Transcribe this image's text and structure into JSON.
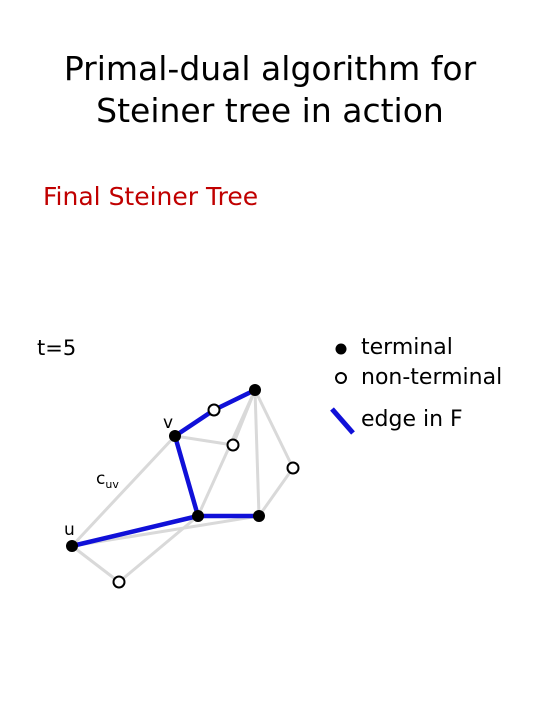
{
  "title": {
    "line1": "Primal-dual algorithm for",
    "line2": "Steiner tree in action"
  },
  "subtitle": "Final Steiner Tree",
  "time_label": "t=5",
  "legend": {
    "terminal": "terminal",
    "non_terminal": "non-terminal",
    "edge_in_f": "edge in F"
  },
  "labels": {
    "v": "v",
    "u": "u",
    "c_main": "c",
    "c_sub": "uv"
  },
  "colors": {
    "tree_edge": "#1010d8",
    "graph_edge": "#d9d9d9",
    "subtitle": "#c00000"
  },
  "graph": {
    "nodes": [
      {
        "id": "A",
        "type": "terminal"
      },
      {
        "id": "B",
        "type": "non-terminal"
      },
      {
        "id": "V",
        "type": "terminal"
      },
      {
        "id": "C",
        "type": "non-terminal"
      },
      {
        "id": "D",
        "type": "non-terminal"
      },
      {
        "id": "E",
        "type": "terminal"
      },
      {
        "id": "F",
        "type": "terminal"
      },
      {
        "id": "U",
        "type": "terminal"
      },
      {
        "id": "G",
        "type": "non-terminal"
      }
    ],
    "edges": [
      {
        "from": "A",
        "to": "B",
        "in_f": true
      },
      {
        "from": "B",
        "to": "V",
        "in_f": true
      },
      {
        "from": "V",
        "to": "E",
        "in_f": true
      },
      {
        "from": "E",
        "to": "F",
        "in_f": true
      },
      {
        "from": "U",
        "to": "E",
        "in_f": true
      },
      {
        "from": "V",
        "to": "C",
        "in_f": false
      },
      {
        "from": "C",
        "to": "A",
        "in_f": false
      },
      {
        "from": "A",
        "to": "E",
        "in_f": false
      },
      {
        "from": "A",
        "to": "F",
        "in_f": false
      },
      {
        "from": "A",
        "to": "D",
        "in_f": false
      },
      {
        "from": "D",
        "to": "F",
        "in_f": false
      },
      {
        "from": "V",
        "to": "U",
        "in_f": false
      },
      {
        "from": "U",
        "to": "G",
        "in_f": false
      },
      {
        "from": "G",
        "to": "E",
        "in_f": false
      },
      {
        "from": "F",
        "to": "U",
        "in_f": false
      }
    ]
  }
}
